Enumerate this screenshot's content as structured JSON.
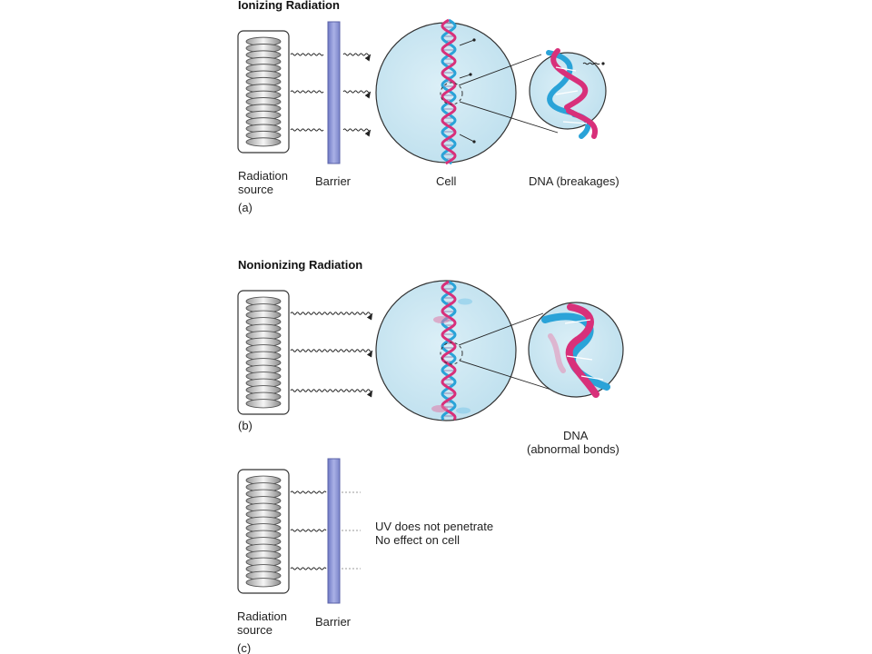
{
  "panel_a": {
    "title": "Ionizing Radiation",
    "source_label_1": "Radiation",
    "source_label_2": "source",
    "barrier_label": "Barrier",
    "cell_label": "Cell",
    "dna_label": "DNA (breakages)",
    "letter": "(a)"
  },
  "panel_b": {
    "title": "Nonionizing Radiation",
    "dna_label_1": "DNA",
    "dna_label_2": "(abnormal bonds)",
    "letter": "(b)"
  },
  "panel_c": {
    "note_1": "UV does not penetrate",
    "note_2": "No effect on cell",
    "source_label_1": "Radiation",
    "source_label_2": "source",
    "barrier_label": "Barrier",
    "letter": "(c)"
  },
  "colors": {
    "cell_fill": "#cbe6f1",
    "barrier_fill": "#8f97d6",
    "dna_strand_blue": "#2aa3d8",
    "dna_strand_magenta": "#d8307a"
  }
}
